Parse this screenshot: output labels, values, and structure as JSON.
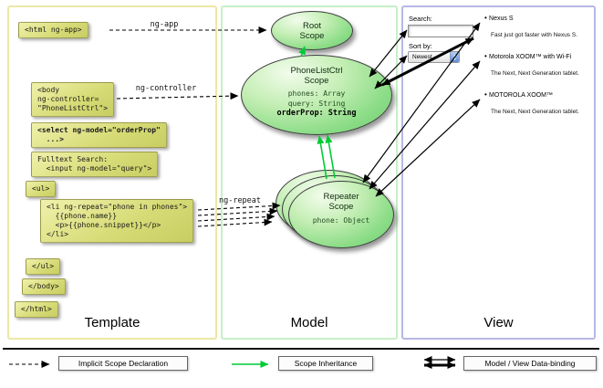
{
  "template": {
    "label": "Template",
    "boxes": {
      "html_open": "<html ng-app>",
      "body_open": "<body\nng-controller=\n\"PhoneListCtrl\">",
      "select": "<select ng-model=\"orderProp\"\n  ...>",
      "fulltext": "Fulltext Search:\n  <input ng-model=\"query\">",
      "ul_open": "<ul>",
      "li_repeat": "<li ng-repeat=\"phone in phones\">\n  {{phone.name}}\n  <p>{{phone.snippet}}</p>\n</li>",
      "ul_close": "</ul>",
      "body_close": "</body>",
      "html_close": "</html>"
    }
  },
  "model": {
    "label": "Model",
    "root_scope": {
      "name": "Root\nScope"
    },
    "phonelist_scope": {
      "name": "PhoneListCtrl\nScope",
      "props": "phones: Array\nquery: String",
      "prop_bold": "orderProp: String"
    },
    "repeater_scope": {
      "name": "Repeater\nScope",
      "props": "phone: Object"
    }
  },
  "view": {
    "label": "View",
    "search_label": "Search:",
    "search_value": "",
    "sort_label": "Sort by:",
    "sort_value": "Newest",
    "items": [
      {
        "title": "Nexus S",
        "desc": "Fast just got faster with Nexus S."
      },
      {
        "title": "Motorola XOOM™ with Wi-Fi",
        "desc": "The Next, Next Generation tablet."
      },
      {
        "title": "MOTOROLA XOOM™",
        "desc": "The Next, Next Generation tablet."
      }
    ]
  },
  "arrows": {
    "ng_app": "ng-app",
    "ng_controller": "ng-controller",
    "ng_repeat": "ng-repeat"
  },
  "legend": {
    "implicit": "Implicit Scope Declaration",
    "inheritance": "Scope Inheritance",
    "binding": "Model / View Data-binding"
  },
  "colors": {
    "code_box": "#d8dc78",
    "scope_fill": "#8adc86",
    "inheritance_arrow": "#00cc33",
    "template_border": "#ece7a4",
    "model_border": "#c6f0c6",
    "view_border": "#b7b7e6"
  }
}
